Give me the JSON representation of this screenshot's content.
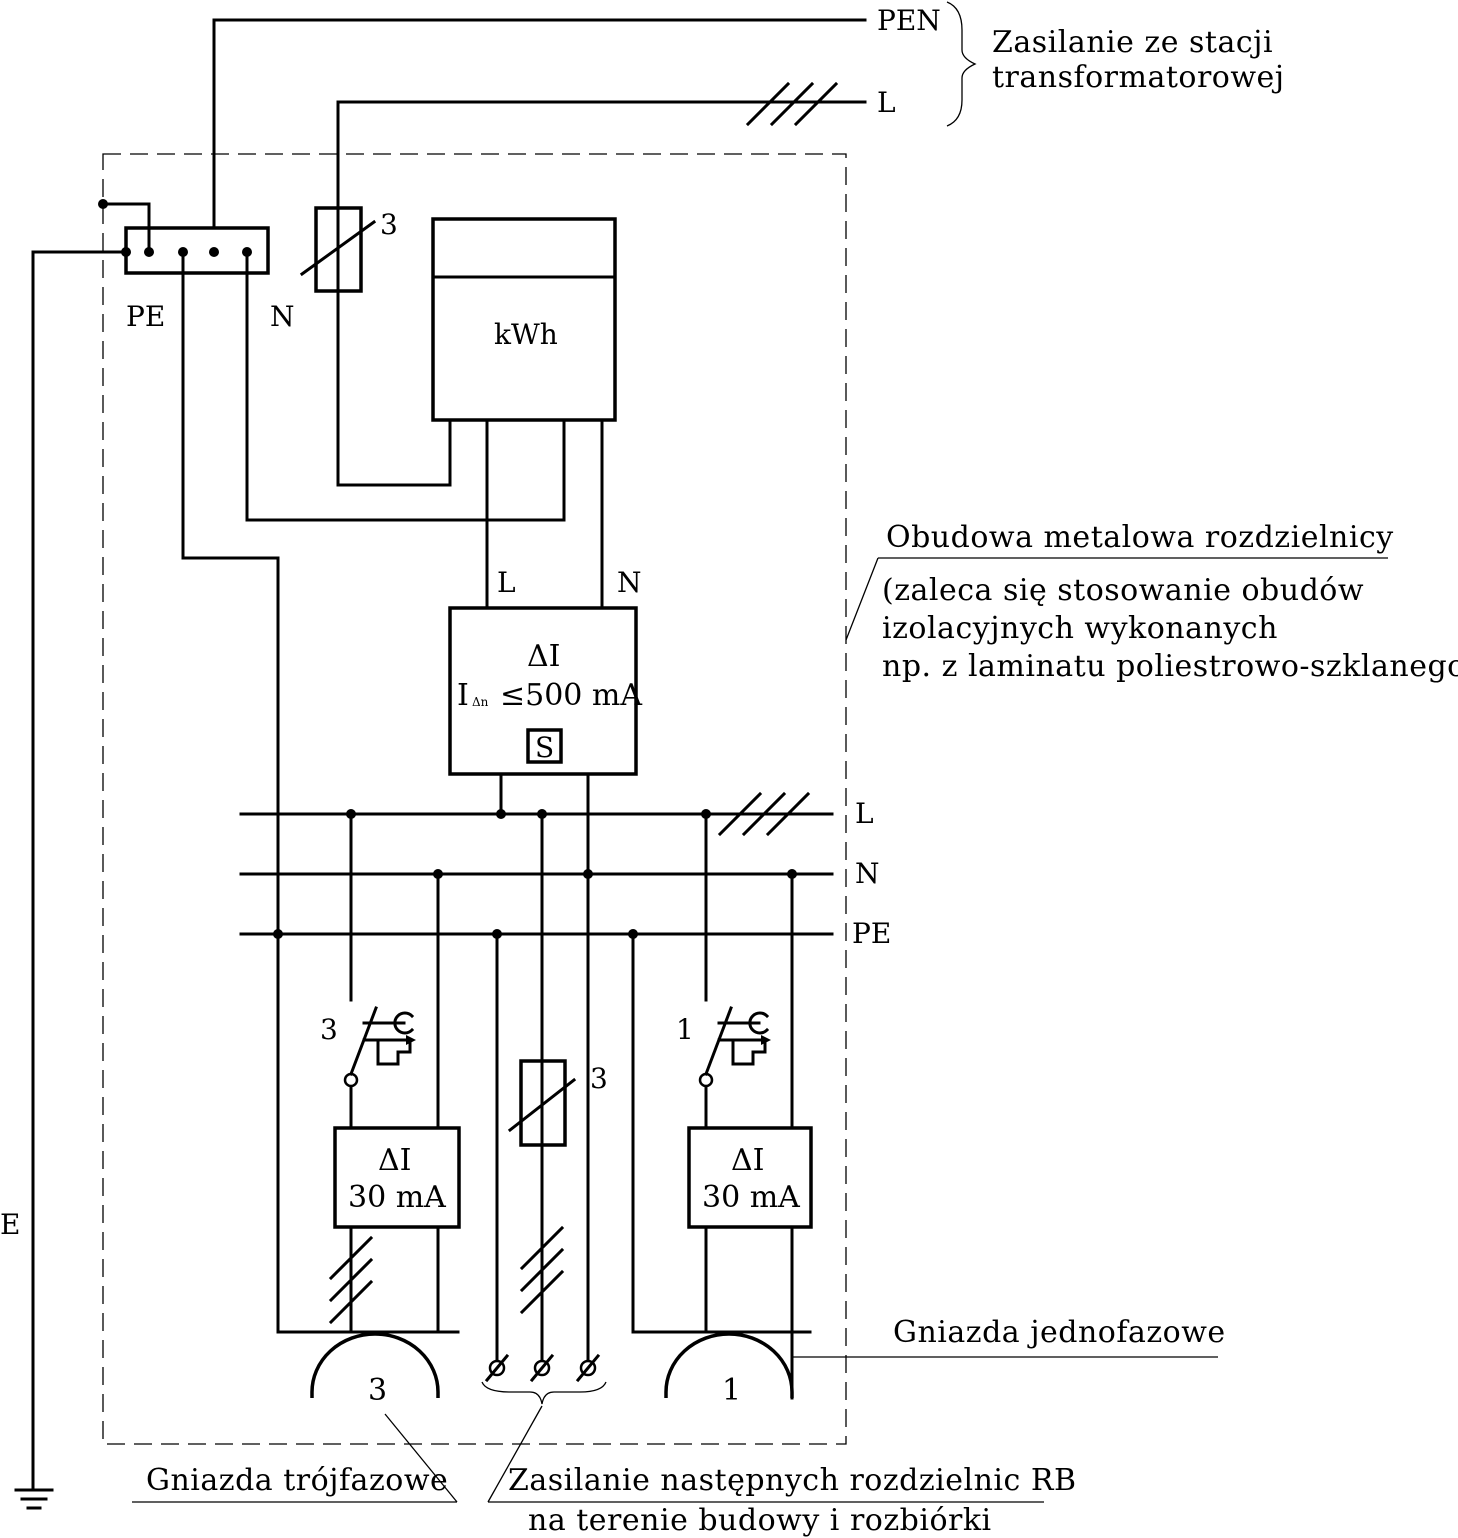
{
  "supply": {
    "pen": "PEN",
    "l": "L",
    "caption_line1": "Zasilanie ze stacji",
    "caption_line2": "transformatorowej"
  },
  "terminal": {
    "pe": "PE",
    "n": "N"
  },
  "fuse_top": {
    "poles": "3"
  },
  "meter": {
    "label": "kWh"
  },
  "rcd_main": {
    "in_l": "L",
    "in_n": "N",
    "symbol": "ΔI",
    "rating": "I",
    "rating_sub": "Δn",
    "rating_value": "≤500 mA",
    "selective": "S"
  },
  "busbars": {
    "l": "L",
    "n": "N",
    "pe": "PE"
  },
  "enclosure": {
    "title": "Obudowa metalowa rozdzielnicy",
    "note_line1": "(zaleca się stosowanie obudów",
    "note_line2": "izolacyjnych wykonanych",
    "note_line3": "np. z laminatu poliestrowo-szklanego)"
  },
  "branch_3phase": {
    "breaker_poles": "3",
    "rcd_symbol": "ΔI",
    "rcd_rating": "30 mA",
    "socket_label": "3"
  },
  "branch_feed": {
    "fuse_poles": "3"
  },
  "branch_1phase": {
    "breaker_poles": "1",
    "rcd_symbol": "ΔI",
    "rcd_rating": "30 mA",
    "socket_label": "1"
  },
  "captions": {
    "single_phase": "Gniazda jednofazowe",
    "three_phase": "Gniazda trójfazowe",
    "next_line1": "Zasilanie następnych rozdzielnic RB",
    "next_line2": "na terenie budowy i rozbiórki"
  },
  "earth": {
    "label": "E"
  }
}
